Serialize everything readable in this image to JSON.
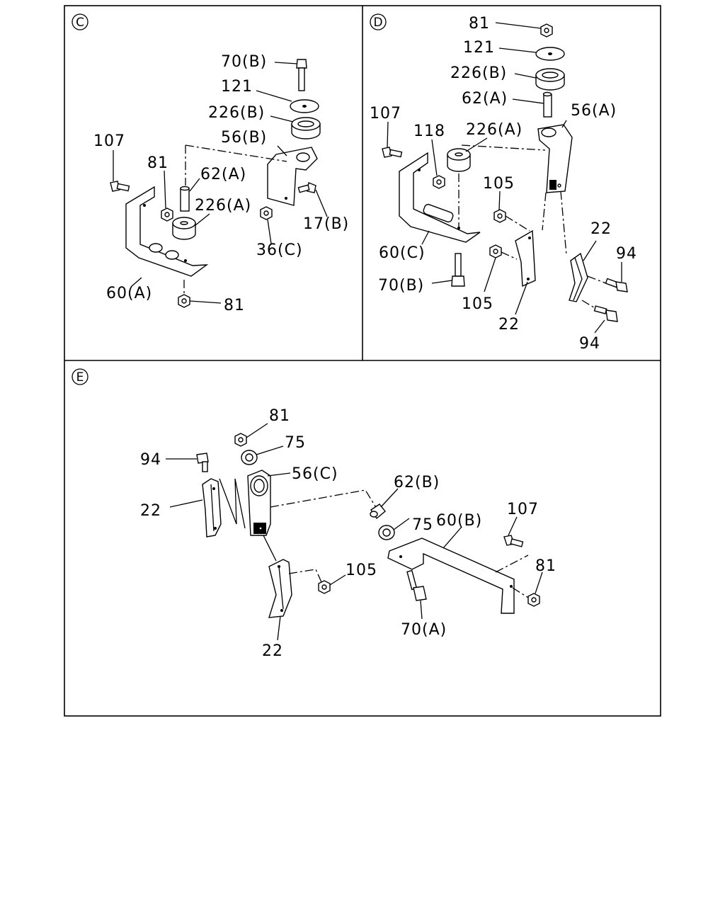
{
  "panels": {
    "c": {
      "tag": "C",
      "labels": {
        "p70b": "70(B)",
        "p121": "121",
        "p226b": "226(B)",
        "p56b": "56(B)",
        "p107": "107",
        "p81a": "81",
        "p62a": "62(A)",
        "p226a": "226(A)",
        "p17b": "17(B)",
        "p36c": "36(C)",
        "p60a": "60(A)",
        "p81b": "81"
      }
    },
    "d": {
      "tag": "D",
      "labels": {
        "p81": "81",
        "p121": "121",
        "p226b": "226(B)",
        "p62a": "62(A)",
        "p56a": "56(A)",
        "p107": "107",
        "p118": "118",
        "p226a": "226(A)",
        "p105a": "105",
        "p22a": "22",
        "p94a": "94",
        "p60c": "60(C)",
        "p70b": "70(B)",
        "p105b": "105",
        "p22b": "22",
        "p94b": "94"
      }
    },
    "e": {
      "tag": "E",
      "labels": {
        "p81a": "81",
        "p75a": "75",
        "p94": "94",
        "p56c": "56(C)",
        "p22a": "22",
        "p62b": "62(B)",
        "p75b": "75",
        "p60b": "60(B)",
        "p107": "107",
        "p81b": "81",
        "p105": "105",
        "p70a": "70(A)",
        "p22b": "22"
      }
    }
  }
}
